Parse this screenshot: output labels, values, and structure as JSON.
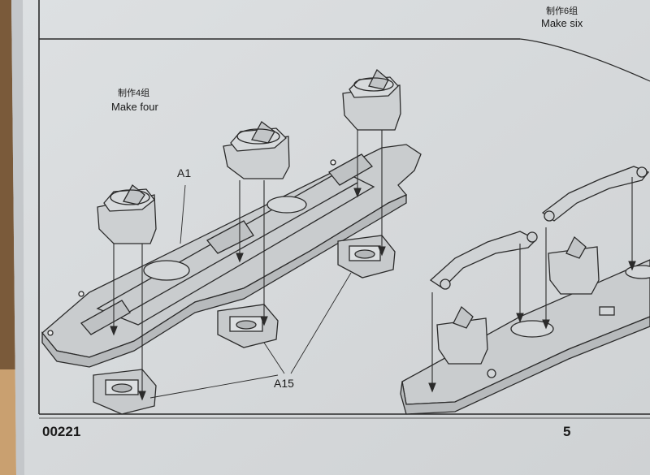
{
  "instructions": {
    "step_left_zh": "制作4组",
    "step_left_en": "Make four",
    "step_right_zh": "制作6组",
    "step_right_en": "Make six",
    "part_a1": "A1",
    "part_a15": "A15"
  },
  "footer": {
    "kit_number": "00221",
    "page_number": "5"
  },
  "colors": {
    "paper": "#d9dcde",
    "line": "#2b2b2b",
    "parts": "#c8cbcd"
  }
}
